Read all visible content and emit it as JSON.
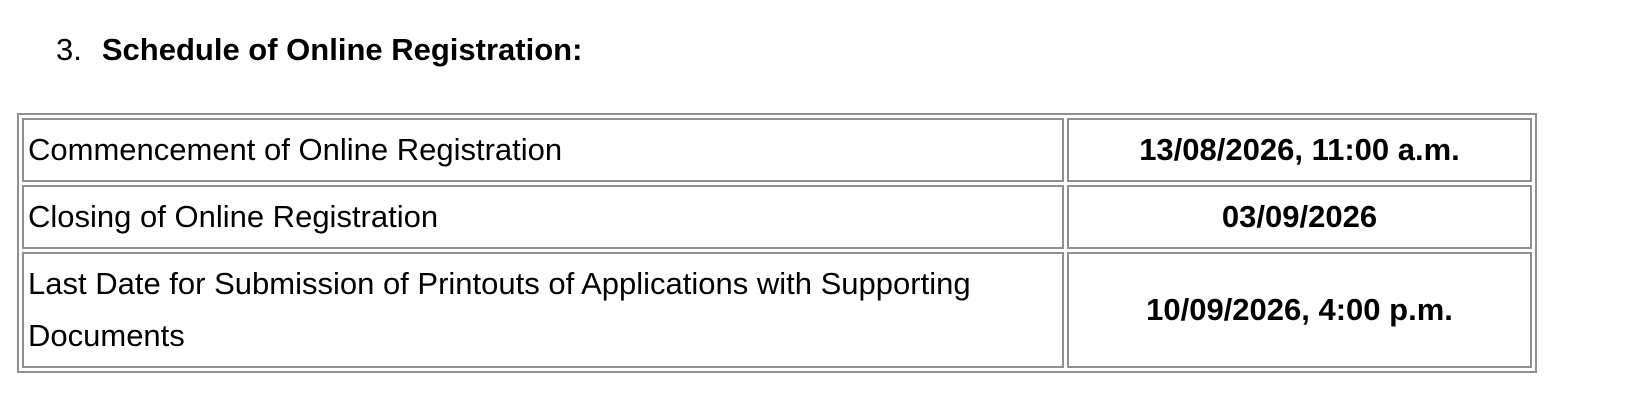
{
  "section": {
    "number": "3.",
    "title": "Schedule of Online Registration:"
  },
  "schedule": {
    "rows": [
      {
        "label": "Commencement of Online Registration",
        "value": "13/08/2026, 11:00 a.m."
      },
      {
        "label": "Closing of Online Registration",
        "value": "03/09/2026"
      },
      {
        "label": "Last Date for Submission of Printouts of Applications with Supporting Documents",
        "value": "10/09/2026, 4:00 p.m."
      }
    ]
  }
}
